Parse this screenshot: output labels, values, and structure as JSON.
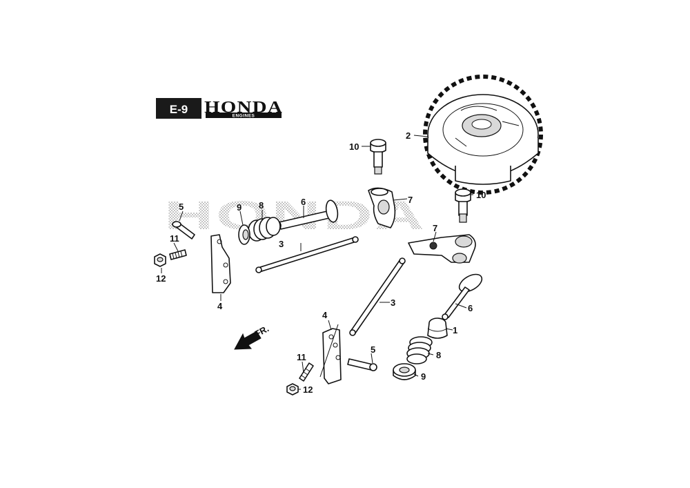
{
  "header": {
    "section_code": "E-9",
    "brand_name": "HONDA",
    "brand_subtitle": "ENGINES"
  },
  "watermark": "HONDA",
  "direction": {
    "label": "FR."
  },
  "callouts": [
    {
      "id": "c1",
      "label": "1"
    },
    {
      "id": "c2",
      "label": "2"
    },
    {
      "id": "c3a",
      "label": "3"
    },
    {
      "id": "c3b",
      "label": "3"
    },
    {
      "id": "c4a",
      "label": "4"
    },
    {
      "id": "c4b",
      "label": "4"
    },
    {
      "id": "c5a",
      "label": "5"
    },
    {
      "id": "c5b",
      "label": "5"
    },
    {
      "id": "c6a",
      "label": "6"
    },
    {
      "id": "c6b",
      "label": "6"
    },
    {
      "id": "c7a",
      "label": "7"
    },
    {
      "id": "c7b",
      "label": "7"
    },
    {
      "id": "c8a",
      "label": "8"
    },
    {
      "id": "c8b",
      "label": "8"
    },
    {
      "id": "c9a",
      "label": "9"
    },
    {
      "id": "c9b",
      "label": "9"
    },
    {
      "id": "c10a",
      "label": "10"
    },
    {
      "id": "c10b",
      "label": "10"
    },
    {
      "id": "c11a",
      "label": "11"
    },
    {
      "id": "c11b",
      "label": "11"
    },
    {
      "id": "c12a",
      "label": "12"
    },
    {
      "id": "c12b",
      "label": "12"
    }
  ],
  "colors": {
    "ink": "#111111",
    "tag_bg": "#1a1a1a",
    "paper": "#ffffff"
  }
}
